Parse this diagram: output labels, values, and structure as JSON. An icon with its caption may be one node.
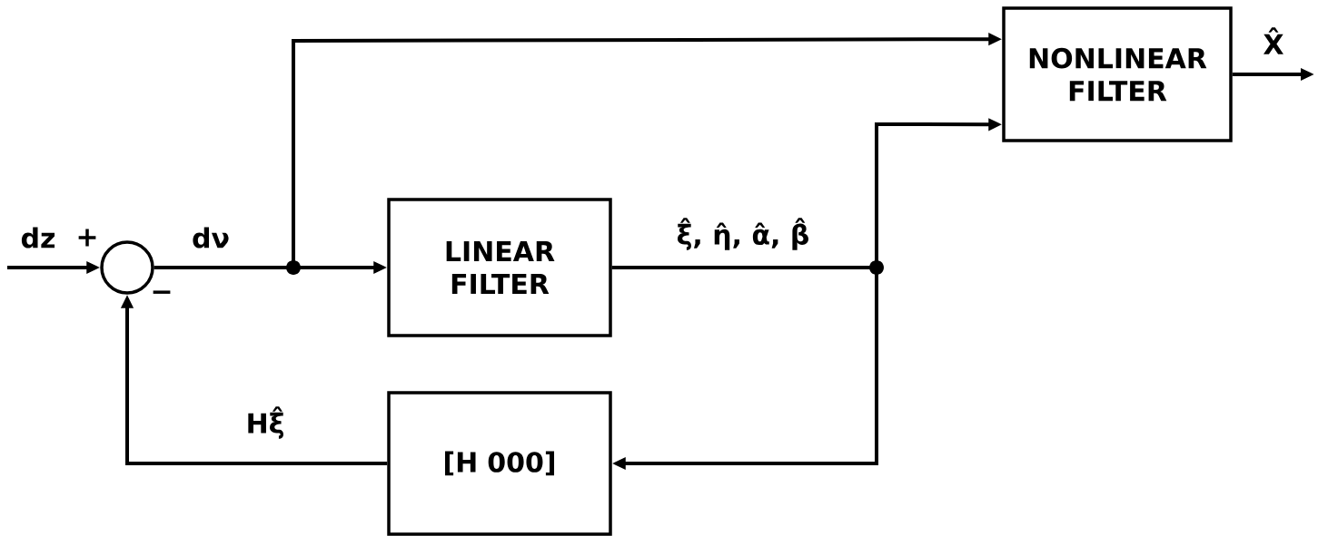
{
  "diagram": {
    "nodes": [
      {
        "text": [],
        "shape": "circle"
      },
      {
        "text": [
          "LINEAR FILTER"
        ]
      },
      {
        "text": [
          "NONLINEAR FILTER"
        ]
      },
      {
        "text": [
          "[H 000]"
        ]
      }
    ],
    "edges": [
      {
        "from": null,
        "to": 0,
        "arrow": "to",
        "label": "dz"
      },
      {
        "from": 0,
        "to": 1,
        "arrow": "to",
        "label": "dν"
      },
      {
        "from": 0,
        "to": 2,
        "arrow": "to"
      },
      {
        "from": 1,
        "to": 2,
        "arrow": "to",
        "label": "ξ̂, η̂, α̂, β̂"
      },
      {
        "from": 1,
        "to": 3,
        "arrow": "to"
      },
      {
        "from": 3,
        "to": 0,
        "arrow": "to",
        "label": "Hξ̂"
      },
      {
        "from": 2,
        "to": null,
        "arrow": "to",
        "label": "X̂"
      }
    ],
    "labels": [
      "+",
      "−"
    ]
  }
}
